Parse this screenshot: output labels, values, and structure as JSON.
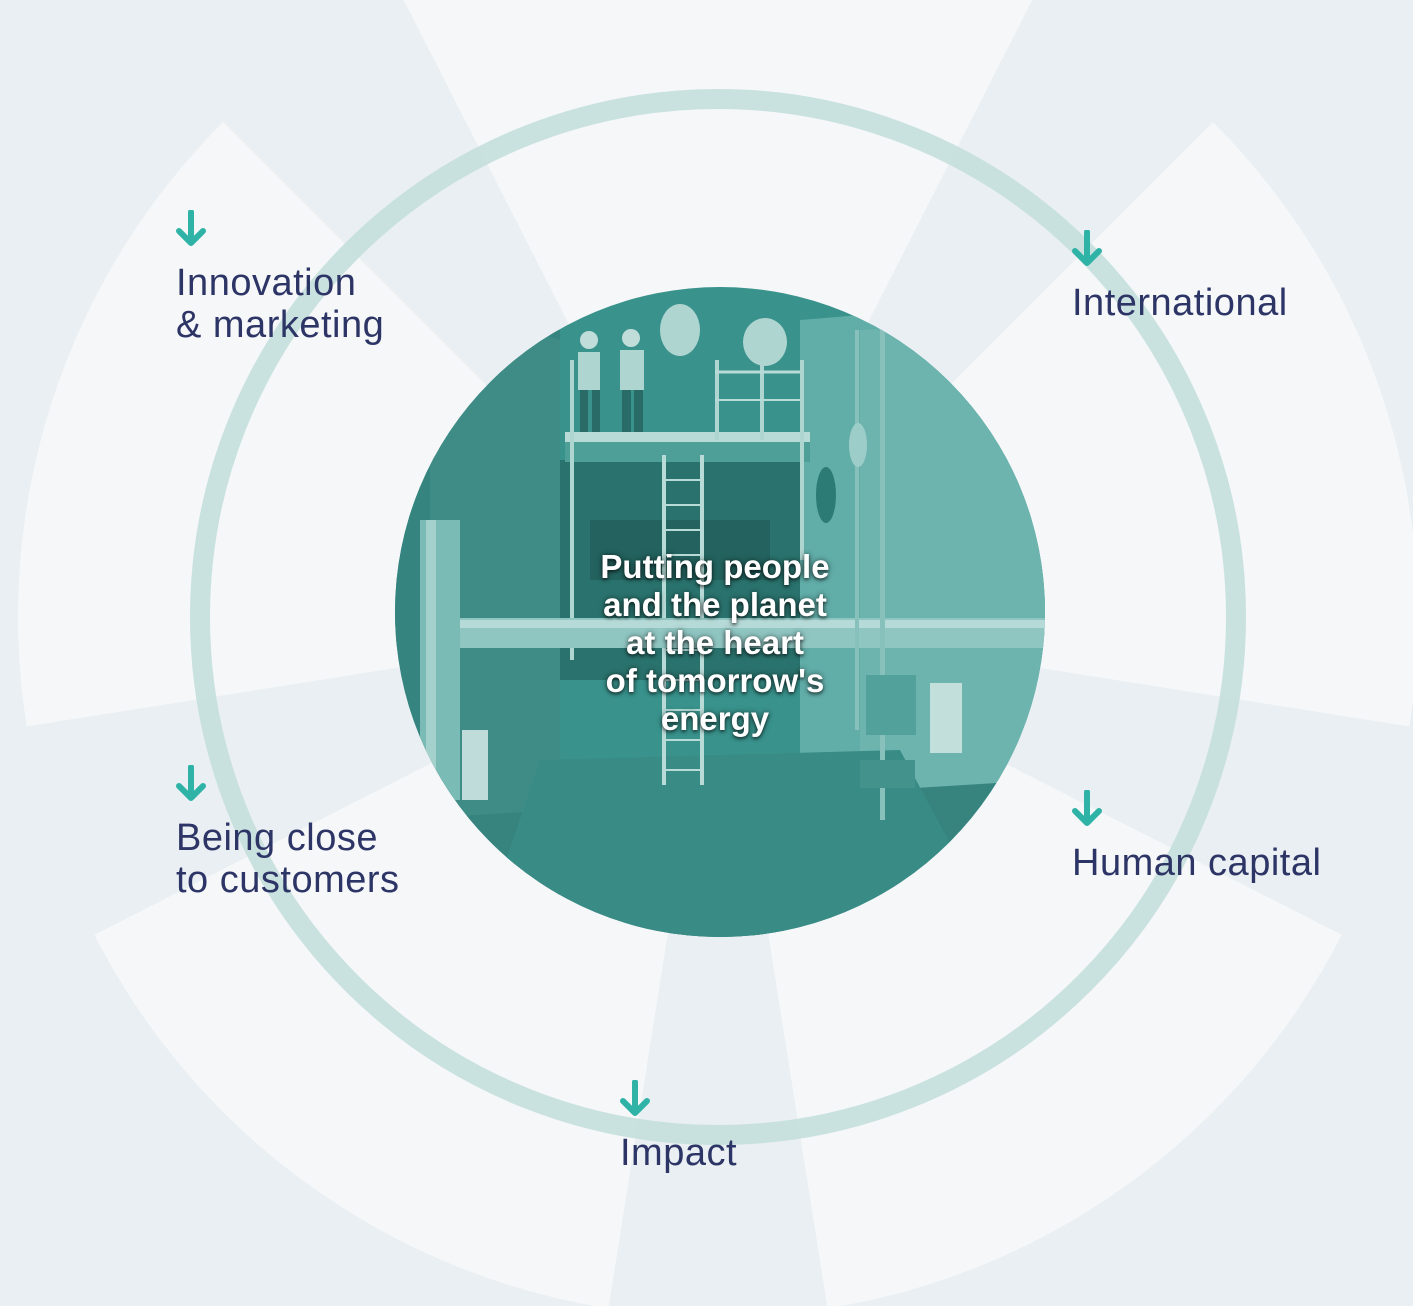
{
  "center": {
    "text": "Putting people\nand the planet\nat the heart\nof tomorrow's\nenergy",
    "photo": "industrial-plant-photo"
  },
  "pillars": [
    {
      "id": "innovation",
      "label": "Innovation\n& marketing",
      "icon": "arrow-down-icon"
    },
    {
      "id": "international",
      "label": "International",
      "icon": "arrow-down-icon"
    },
    {
      "id": "customers",
      "label": "Being close\nto customers",
      "icon": "arrow-down-icon"
    },
    {
      "id": "human",
      "label": "Human capital",
      "icon": "arrow-down-icon"
    },
    {
      "id": "impact",
      "label": "Impact",
      "icon": "arrow-down-icon"
    }
  ],
  "colors": {
    "background": "#e9eff2",
    "sector": "#f7f9fa",
    "ring": "#c2dedb",
    "accent": "#2fb3a7",
    "label": "#2d3566",
    "photo_tint": "#2f8a84"
  }
}
